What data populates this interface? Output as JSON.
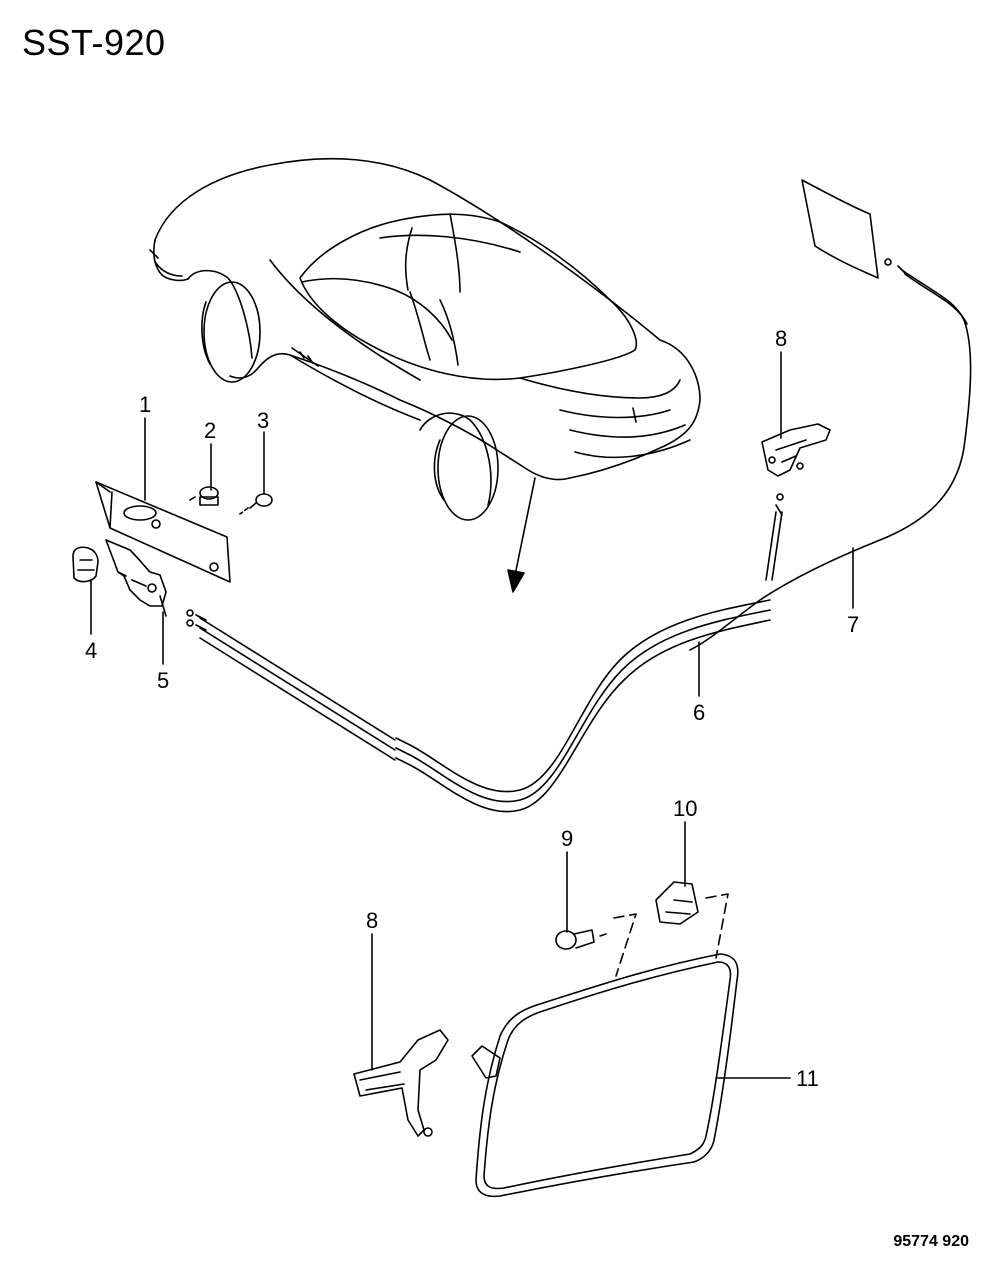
{
  "title": "SST-920",
  "footer_code": "95774 920",
  "callouts": {
    "c1": "1",
    "c2": "2",
    "c3": "3",
    "c4": "4",
    "c5": "5",
    "c6": "6",
    "c7": "7",
    "c8a": "8",
    "c8b": "8",
    "c9": "9",
    "c10": "10",
    "c11": "11"
  }
}
